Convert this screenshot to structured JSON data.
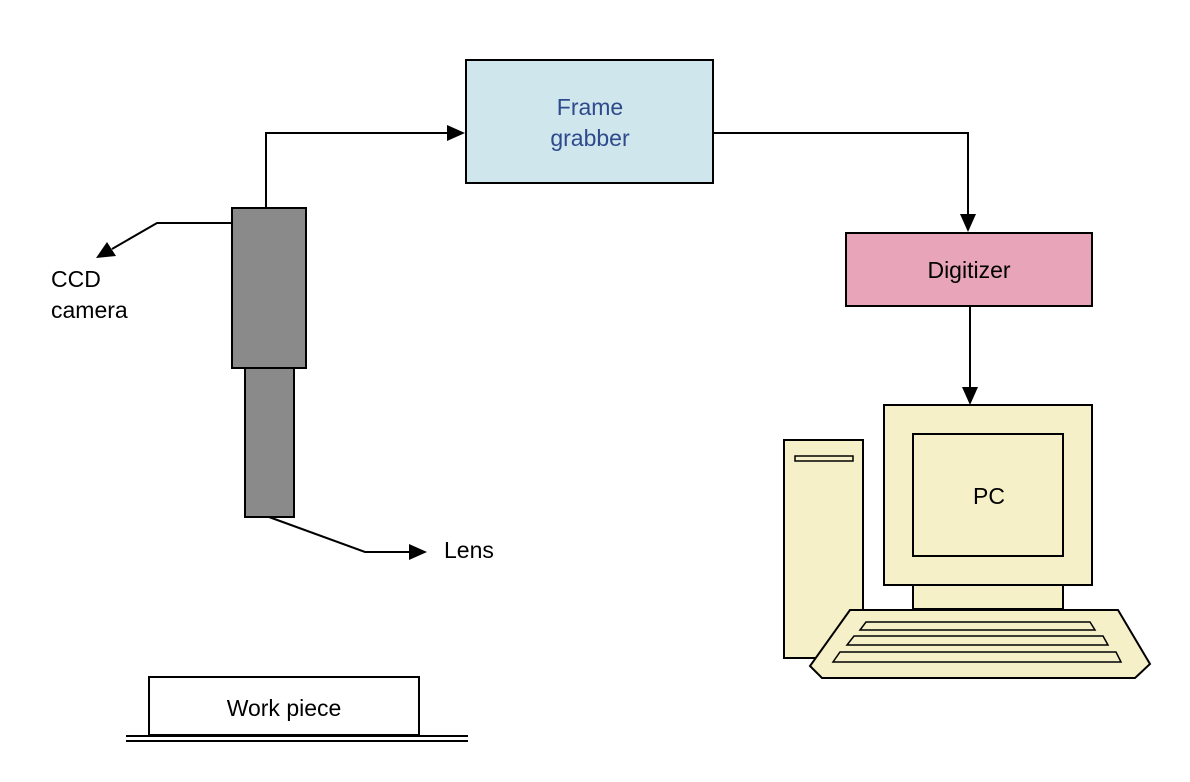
{
  "diagram": {
    "frame_grabber": {
      "line1": "Frame",
      "line2": "grabber"
    },
    "digitizer": {
      "label": "Digitizer"
    },
    "pc": {
      "label": "PC"
    },
    "ccd_camera": {
      "line1": "CCD",
      "line2": "camera"
    },
    "lens": {
      "label": "Lens"
    },
    "work_piece": {
      "label": "Work piece"
    }
  },
  "colors": {
    "frame_grabber_fill": "#cfe6ec",
    "frame_grabber_text": "#2e4a8c",
    "digitizer_fill": "#e8a4b8",
    "camera_fill": "#8a8a8a",
    "pc_fill": "#f5f0c8",
    "line": "#000000"
  }
}
